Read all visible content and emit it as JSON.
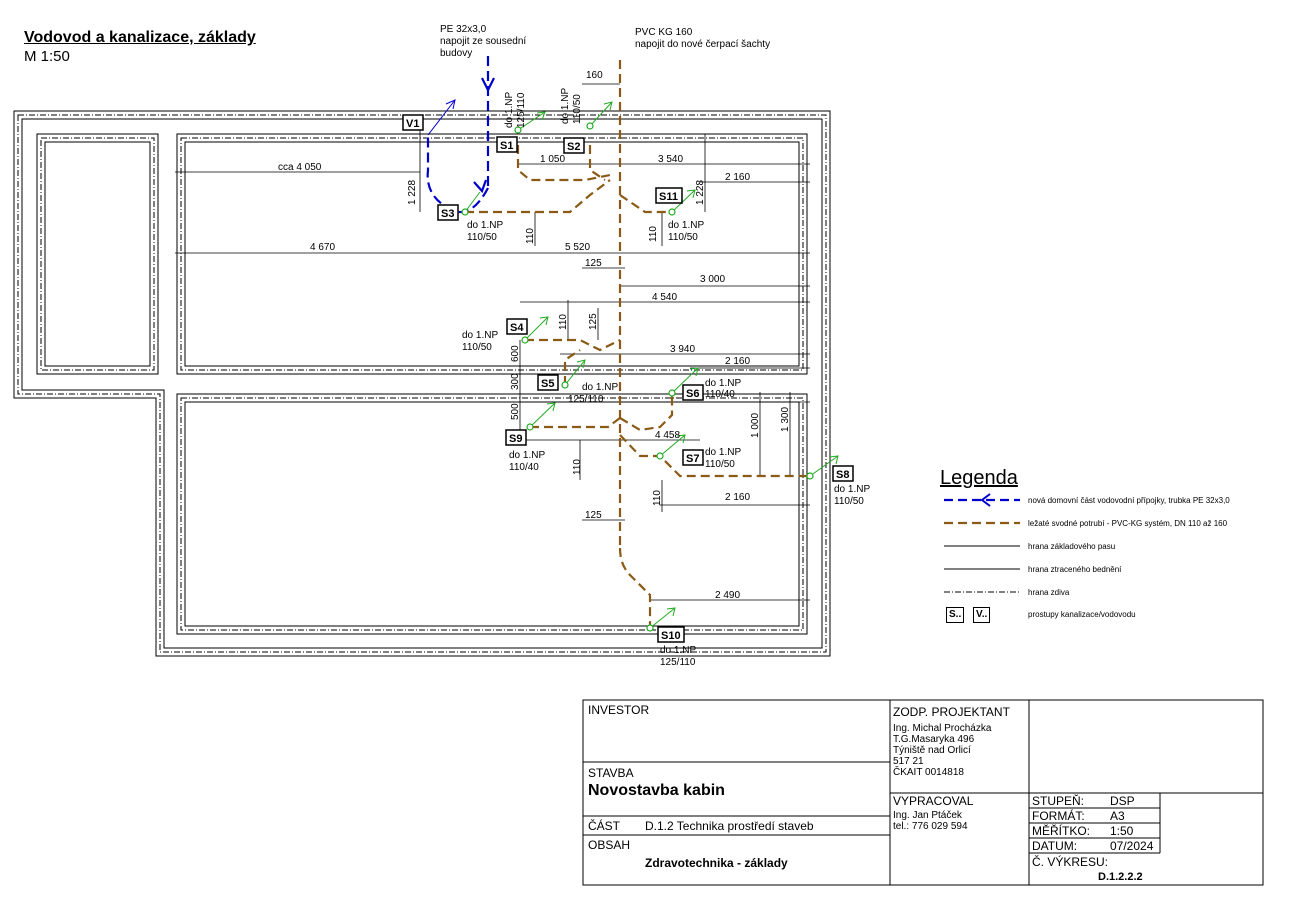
{
  "drawing": {
    "title": "Vodovod a kanalizace, základy",
    "scale": "M 1:50"
  },
  "annotations": {
    "pe_supply": [
      "PE 32x3,0",
      "napojit ze sousední",
      "budovy"
    ],
    "pvc_outlet": [
      "PVC KG 160",
      "napojit do nové čerpací šachty"
    ]
  },
  "dimensions": [
    "160",
    "cca 4 050",
    "1 050",
    "3 540",
    "2 160",
    "1 228",
    "1 228",
    "110",
    "4 670",
    "5 520",
    "125",
    "3 000",
    "4 540",
    "110",
    "125",
    "3 940",
    "2 160",
    "600",
    "300",
    "500",
    "4 458",
    "1 000",
    "1 300",
    "110",
    "110",
    "2 160",
    "125",
    "2 490",
    "110"
  ],
  "penetrations": [
    {
      "id": "V1"
    },
    {
      "id": "S1",
      "note": [
        "do 1.NP",
        "125/110"
      ]
    },
    {
      "id": "S2",
      "note": [
        "do 1.NP",
        "110/50"
      ]
    },
    {
      "id": "S3",
      "note": [
        "do 1.NP",
        "110/50"
      ]
    },
    {
      "id": "S11",
      "note": [
        "do 1.NP",
        "110/50"
      ]
    },
    {
      "id": "S4",
      "note": [
        "do 1.NP",
        "110/50"
      ]
    },
    {
      "id": "S5",
      "note": [
        "do 1.NP",
        "125/110"
      ]
    },
    {
      "id": "S6",
      "note": [
        "do 1.NP",
        "110/40"
      ]
    },
    {
      "id": "S9",
      "note": [
        "do 1.NP",
        "110/40"
      ]
    },
    {
      "id": "S7",
      "note": [
        "do 1.NP",
        "110/50"
      ]
    },
    {
      "id": "S8",
      "note": [
        "do 1.NP",
        "110/50"
      ]
    },
    {
      "id": "S10",
      "note": [
        "do 1.NP",
        "125/110"
      ]
    }
  ],
  "legend": {
    "title": "Legenda",
    "items": [
      {
        "text": "nová domovní část vodovodní přípojky, trubka PE 32x3,0",
        "color": "#0000cc",
        "style": "dashed-arrow"
      },
      {
        "text": "ležaté svodné potrubí - PVC-KG systém, DN 110 až 160",
        "color": "#8b5a16",
        "style": "dashed-sockets"
      },
      {
        "text": "hrana základového pasu",
        "style": "solid"
      },
      {
        "text": "hrana ztraceného bednění",
        "style": "solid"
      },
      {
        "text": "hrana zdiva",
        "style": "dash-dot"
      },
      {
        "text": "prostupy kanalizace/vodovodu",
        "style": "badges",
        "badges": [
          "S..",
          "V.."
        ]
      }
    ]
  },
  "title_block": {
    "investor_label": "INVESTOR",
    "projektant_label": "ZODP. PROJEKTANT",
    "projektant_lines": [
      "Ing. Michal Procházka",
      "T.G.Masaryka 496",
      "Týniště nad Orlicí",
      "517 21",
      "ČKAIT 0014818"
    ],
    "stavba_label": "STAVBA",
    "stavba_value": "Novostavba kabin",
    "vypracoval_label": "VYPRACOVAL",
    "vypracoval_lines": [
      "Ing. Jan Ptáček",
      "tel.: 776 029 594"
    ],
    "cast_label": "ČÁST",
    "cast_value": "D.1.2 Technika prostředí staveb",
    "obsah_label": "OBSAH",
    "obsah_value": "Zdravotechnika - základy",
    "stupen_label": "STUPEŇ:",
    "stupen_value": "DSP",
    "format_label": "FORMÁT:",
    "format_value": "A3",
    "meritko_label": "MĚŘÍTKO:",
    "meritko_value": "1:50",
    "datum_label": "DATUM:",
    "datum_value": "07/2024",
    "vykres_label": "Č. VÝKRESU:",
    "vykres_value": "D.1.2.2.2"
  },
  "colors": {
    "water": "#0000cc",
    "sewer": "#8b5a16",
    "riser": "#22aa22"
  }
}
